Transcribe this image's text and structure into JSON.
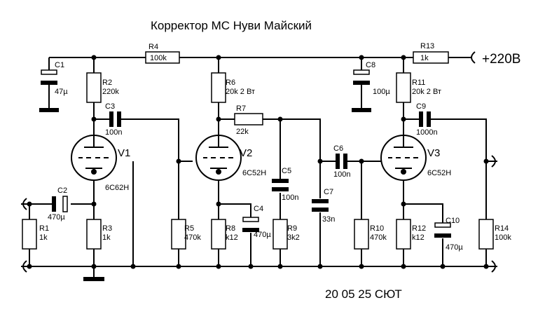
{
  "title": "Корректор МС Нуви Майский",
  "signature": "20 05 25 СЮТ",
  "supply_label": "+220В",
  "resistors": {
    "R1": {
      "ref": "R1",
      "value": "1k"
    },
    "R2": {
      "ref": "R2",
      "value": "220k"
    },
    "R3": {
      "ref": "R3",
      "value": "1k"
    },
    "R4": {
      "ref": "R4",
      "value": "100k"
    },
    "R5": {
      "ref": "R5",
      "value": "470k"
    },
    "R6": {
      "ref": "R6",
      "value": "20k 2 Вт"
    },
    "R7": {
      "ref": "R7",
      "value": "22k"
    },
    "R8": {
      "ref": "R8",
      "value": "k12"
    },
    "R9": {
      "ref": "R9",
      "value": "3k2"
    },
    "R10": {
      "ref": "R10",
      "value": "470k"
    },
    "R11": {
      "ref": "R11",
      "value": "20k 2 Вт"
    },
    "R12": {
      "ref": "R12",
      "value": "k12"
    },
    "R13": {
      "ref": "R13",
      "value": "1k"
    },
    "R14": {
      "ref": "R14",
      "value": "100k"
    }
  },
  "capacitors": {
    "C1": {
      "ref": "C1",
      "value": "47µ"
    },
    "C2": {
      "ref": "C2",
      "value": "470µ"
    },
    "C3": {
      "ref": "C3",
      "value": "100n"
    },
    "C4": {
      "ref": "C4",
      "value": "470µ"
    },
    "C5": {
      "ref": "C5",
      "value": "100n"
    },
    "C6": {
      "ref": "C6",
      "value": "100n"
    },
    "C7": {
      "ref": "C7",
      "value": "33n"
    },
    "C8": {
      "ref": "C8",
      "value": "100µ"
    },
    "C9": {
      "ref": "C9",
      "value": "1000n"
    },
    "C10": {
      "ref": "C10",
      "value": "470µ"
    }
  },
  "tubes": {
    "V1": {
      "ref": "V1",
      "type": "6C62H"
    },
    "V2": {
      "ref": "V2",
      "type": "6C52H"
    },
    "V3": {
      "ref": "V3",
      "type": "6C52H"
    }
  }
}
